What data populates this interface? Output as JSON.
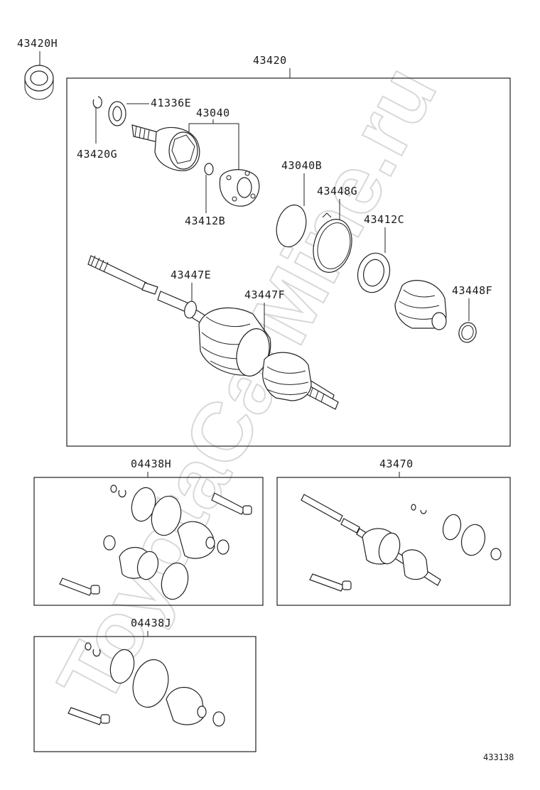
{
  "watermark": "ToyotaCarMine.ru",
  "diagram_code": "433138",
  "labels": {
    "p43420H": "43420H",
    "p43420": "43420",
    "p41336E": "41336E",
    "p43040": "43040",
    "p43420G": "43420G",
    "p43412B": "43412B",
    "p43040B": "43040B",
    "p43448G": "43448G",
    "p43412C": "43412C",
    "p43447E": "43447E",
    "p43447F": "43447F",
    "p43448F": "43448F",
    "p04438H": "04438H",
    "p43470": "43470",
    "p04438J": "04438J"
  }
}
